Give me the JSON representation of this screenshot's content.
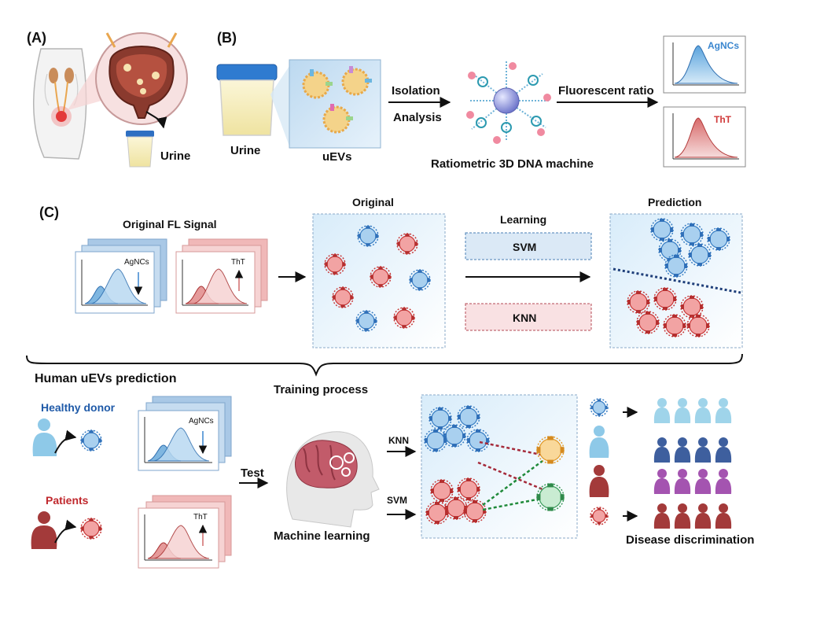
{
  "panels": {
    "a": {
      "label": "(A)",
      "urine_label": "Urine"
    },
    "b": {
      "label": "(B)",
      "urine_label": "Urine",
      "uevs_label": "uEVs",
      "step1": "Isolation",
      "step2": "Analysis",
      "machine_label": "Ratiometric 3D DNA machine",
      "fluor_label": "Fluorescent ratio",
      "plot_top_label": "AgNCs",
      "plot_bottom_label": "ThT"
    },
    "c": {
      "label": "(C)",
      "signal_title": "Original FL Signal",
      "stack_blue_label": "AgNCs",
      "stack_red_label": "ThT",
      "original_title": "Original",
      "learning_title": "Learning",
      "svm_label": "SVM",
      "knn_label": "KNN",
      "prediction_title": "Prediction",
      "training_label": "Training process"
    },
    "human": {
      "title": "Human uEVs prediction",
      "healthy_label": "Healthy donor",
      "patients_label": "Patients",
      "stack_blue_label": "AgNCs",
      "stack_red_label": "ThT",
      "test_label": "Test",
      "ml_label": "Machine learning",
      "knn_label": "KNN",
      "svm_label": "SVM",
      "disease_label": "Disease discrimination"
    }
  },
  "colors": {
    "blue": "#3a7fc4",
    "red": "#c93a3a",
    "text": "#111111",
    "healthy_text": "#1f5aa8",
    "patients_text": "#c0282d"
  }
}
